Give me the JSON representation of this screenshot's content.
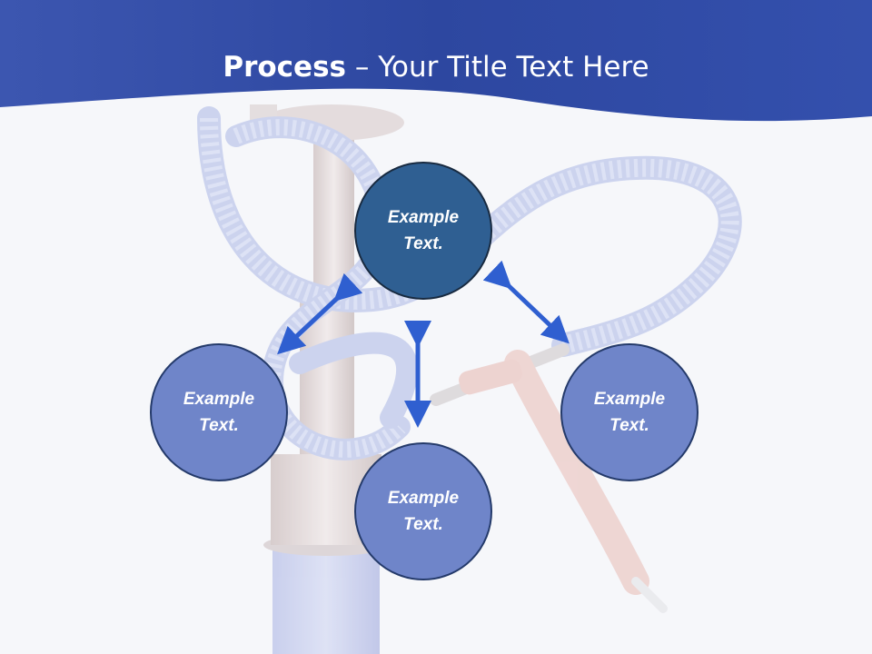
{
  "slide": {
    "title_bold": "Process",
    "title_rest": " – Your Title Text Here",
    "center_node": {
      "line1": "Example",
      "line2": "Text."
    },
    "left_node": {
      "line1": "Example",
      "line2": "Text."
    },
    "right_node": {
      "line1": "Example",
      "line2": "Text."
    },
    "bottom_node": {
      "line1": "Example",
      "line2": "Text."
    }
  },
  "colors": {
    "header_blue": "#3a55b0",
    "center_fill": "#2f5f92",
    "node_fill": "#6f85c9",
    "arrow_blue": "#2f5fd0"
  }
}
